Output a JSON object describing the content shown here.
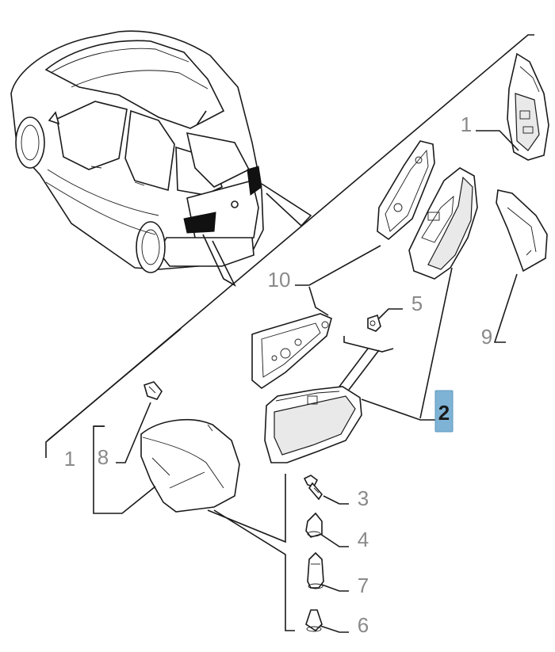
{
  "diagram": {
    "callouts": {
      "c1_top": "1",
      "c2": "2",
      "c3": "3",
      "c4": "4",
      "c5": "5",
      "c6": "6",
      "c7": "7",
      "c8": "8",
      "c9": "9",
      "c10": "10",
      "c1_left": "1"
    },
    "highlight_color": "#7fb3d5"
  }
}
